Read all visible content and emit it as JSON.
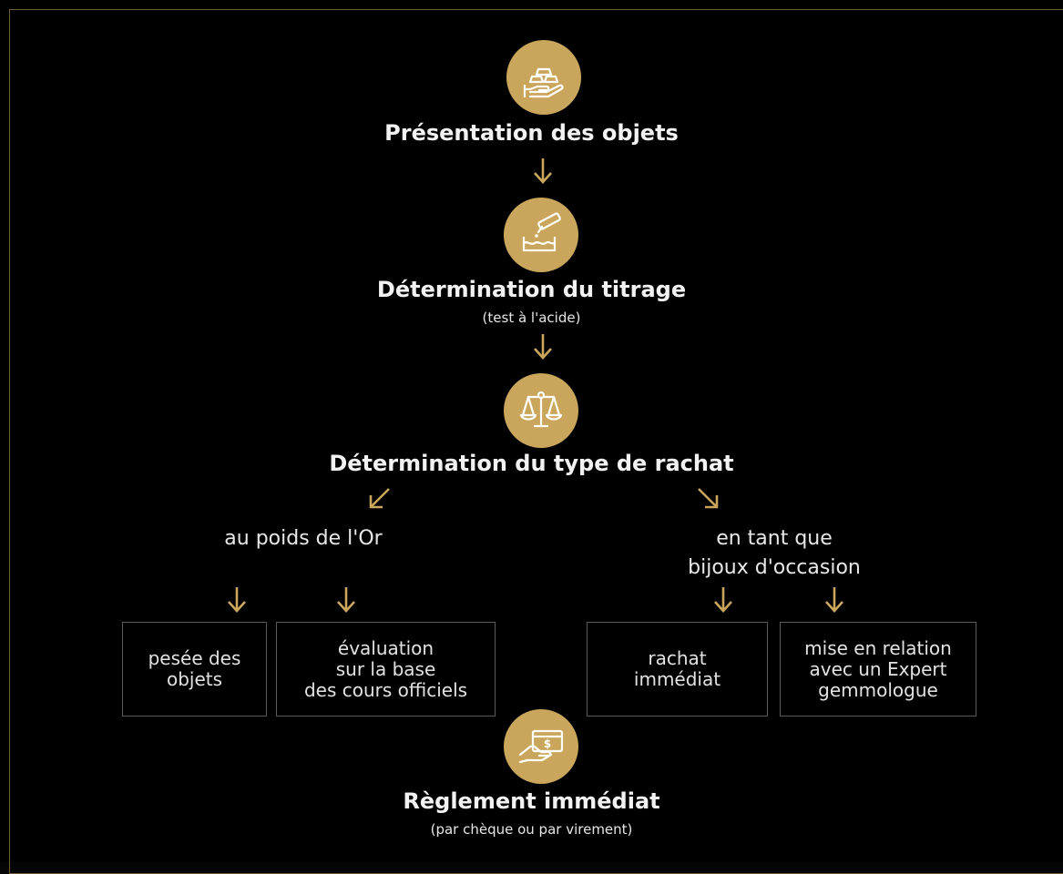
{
  "steps": {
    "presentation": {
      "title": "Présentation des objets",
      "icon": "gold-bars-in-hand-icon"
    },
    "titrage": {
      "title": "Détermination du titrage",
      "subtitle": "(test à l'acide)",
      "icon": "acid-test-icon"
    },
    "type": {
      "title": "Détermination du type de rachat",
      "icon": "balance-scale-icon"
    },
    "reglement": {
      "title": "Règlement immédiat",
      "subtitle": "(par chèque ou par virement)",
      "icon": "payment-card-hand-icon"
    }
  },
  "branches": {
    "left": {
      "label": "au poids de l'Or"
    },
    "right": {
      "line1": "en tant que",
      "line2": "bijoux d'occasion"
    }
  },
  "boxes": {
    "pesee": [
      "pesée des",
      "objets"
    ],
    "evaluation": [
      "évaluation",
      "sur la base",
      "des cours officiels"
    ],
    "rachat": [
      "rachat",
      "immédiat"
    ],
    "expert": [
      "mise en relation",
      "avec un Expert",
      "gemmologue"
    ]
  },
  "colors": {
    "accent": "#c9a65c",
    "background": "#000000",
    "text": "#f2f2f2",
    "box_border": "#5a5a5a"
  }
}
